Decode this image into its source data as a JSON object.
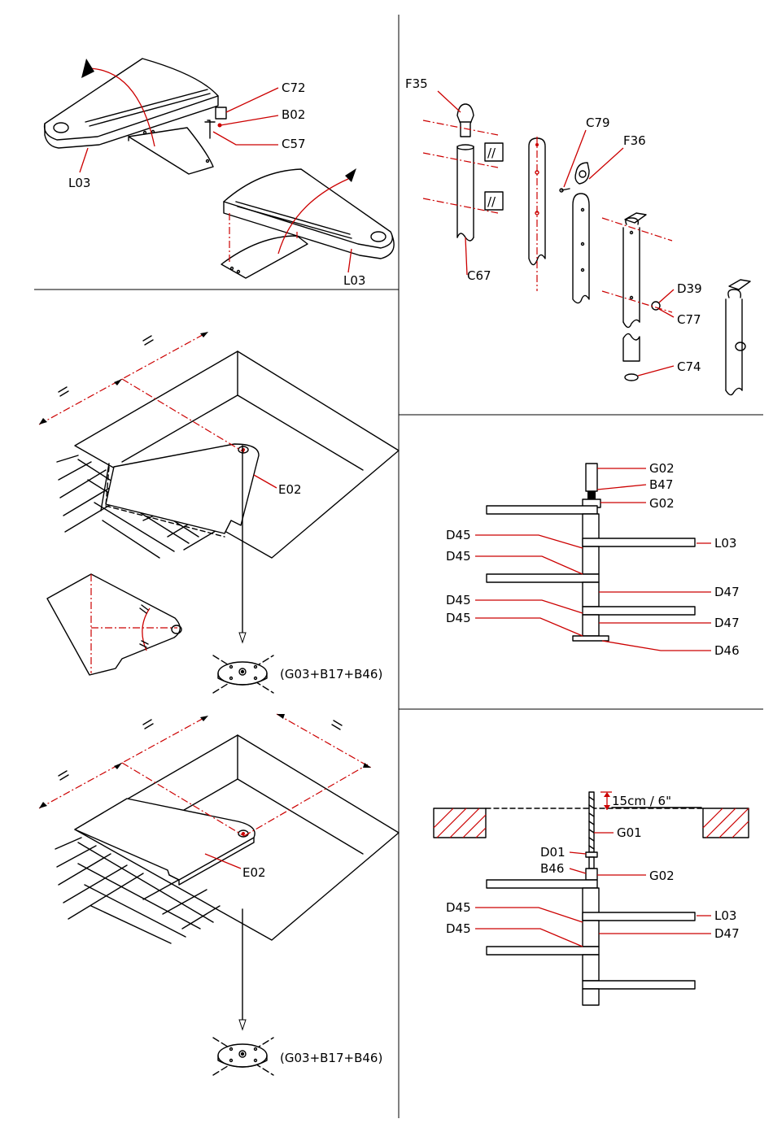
{
  "colors": {
    "ink": "#000000",
    "accent": "#cc0000",
    "paper": "#ffffff"
  },
  "labels": {
    "c72": "C72",
    "b02": "B02",
    "c57": "C57",
    "l03_top_left": "L03",
    "l03_top_right": "L03",
    "f35": "F35",
    "c79": "C79",
    "f36": "F36",
    "c67": "C67",
    "d39": "D39",
    "c77": "C77",
    "c74": "C74",
    "e02_upper": "E02",
    "combo_upper": "(G03+B17+B46)",
    "e02_lower": "E02",
    "combo_lower": "(G03+B17+B46)",
    "g02_a": "G02",
    "b47": "B47",
    "g02_b": "G02",
    "d45_1": "D45",
    "d45_2": "D45",
    "l03_mid": "L03",
    "d47_1": "D47",
    "d45_3": "D45",
    "d45_4": "D45",
    "d47_2": "D47",
    "d46": "D46",
    "height": "15cm  /  6\"",
    "g01": "G01",
    "d01": "D01",
    "b46": "B46",
    "g02_c": "G02",
    "d45_5": "D45",
    "l03_low": "L03",
    "d45_6": "D45",
    "d47_3": "D47",
    "glass_1": "//",
    "glass_2": "//",
    "eq": "="
  }
}
